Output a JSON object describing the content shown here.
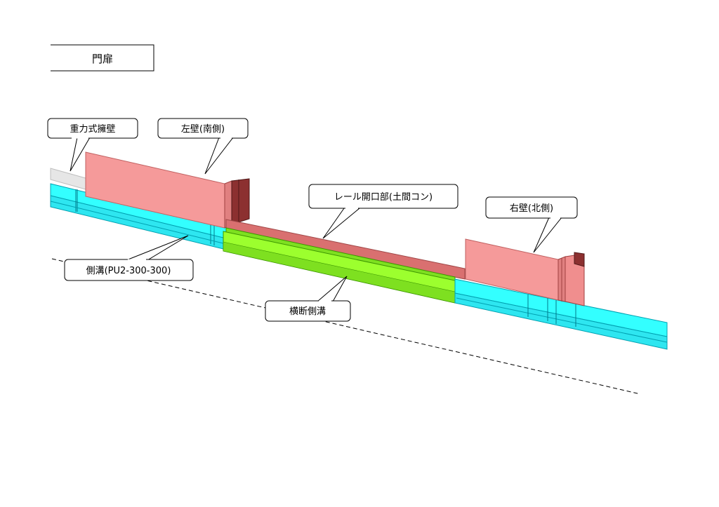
{
  "title": "門扉",
  "labels": {
    "retaining_wall": "重力式擁壁",
    "left_wall": "左壁(南側)",
    "rail_opening": "レール開口部(土間コン)",
    "right_wall": "右壁(北側)",
    "side_ditch": "側溝(PU2-300-300)",
    "cross_ditch": "横断側溝"
  },
  "colors": {
    "wall": "#f59a9a",
    "wall_dark": "#b45050",
    "rail_top": "#d97070",
    "cross_ditch": "#9cff2e",
    "cross_ditch_dark": "#4ec800",
    "side_ditch": "#33ffff",
    "side_ditch_dark": "#00b8c8",
    "retaining": "#e0e0e0"
  }
}
